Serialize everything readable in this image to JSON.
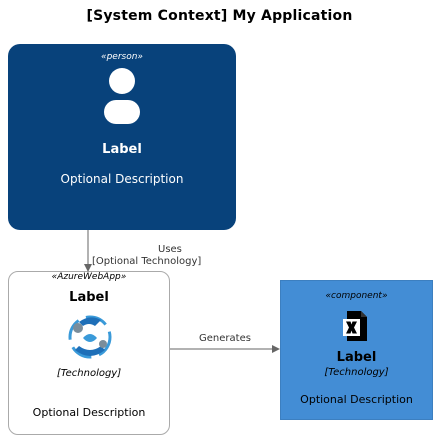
{
  "diagram": {
    "title": "[System Context] My Application",
    "person": {
      "stereotype": "«person»",
      "label": "Label",
      "description": "Optional Description"
    },
    "relationship_uses": {
      "label": "Uses",
      "technology": "[Optional Technology]"
    },
    "container": {
      "stereotype": "«AzureWebApp»",
      "label": "Label",
      "technology": "[Technology]",
      "description": "Optional Description",
      "icon": "azure-web-app-icon"
    },
    "relationship_generates": {
      "label": "Generates"
    },
    "component": {
      "stereotype": "«component»",
      "label": "Label",
      "technology": "[Technology]",
      "description": "Optional Description",
      "icon": "excel-icon"
    },
    "colors": {
      "person": "#08427b",
      "component": "#438dd5",
      "arrow": "#666666"
    }
  }
}
